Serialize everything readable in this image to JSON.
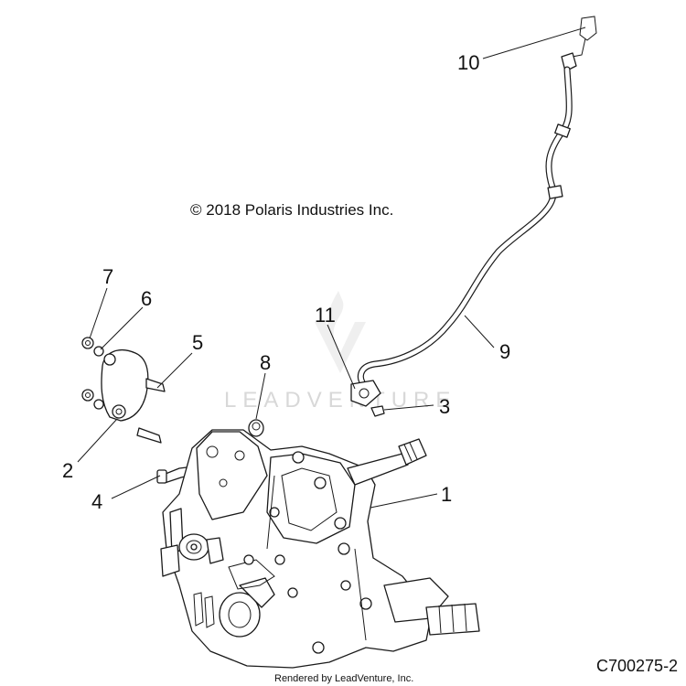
{
  "copyright": "© 2018 Polaris Industries Inc.",
  "drawing_id": "C700275-2",
  "rendered_by": "Rendered by LeadVenture, Inc.",
  "watermark": "LEADVENTURE",
  "callouts": {
    "c1": "1",
    "c2": "2",
    "c3": "3",
    "c4": "4",
    "c5": "5",
    "c6": "6",
    "c7": "7",
    "c8": "8",
    "c9": "9",
    "c10": "10",
    "c11": "11"
  }
}
